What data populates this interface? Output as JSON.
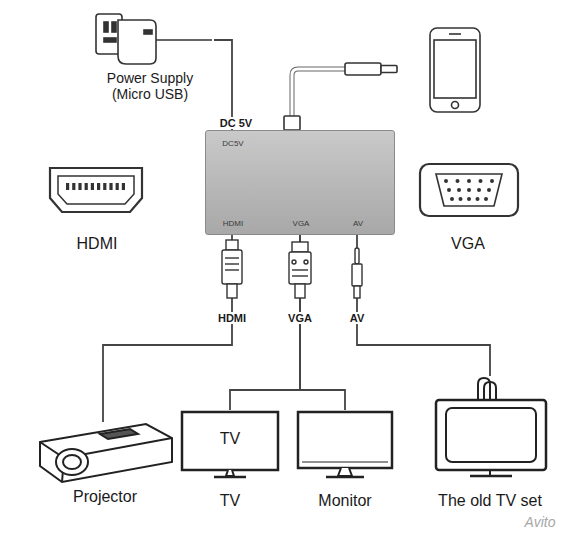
{
  "diagram": {
    "nodes": [
      {
        "text": [
          "Power Supply (Micro USB)"
        ]
      },
      {
        "text": [
          "DC5V",
          "HDMI",
          "VGA",
          "AV"
        ]
      },
      {
        "text": [
          "Projector"
        ]
      },
      {
        "text": [
          "TV",
          "TV"
        ]
      },
      {
        "text": [
          "Monitor"
        ]
      },
      {
        "text": [
          "The old TV set"
        ]
      }
    ],
    "edges": [
      {
        "from": 0,
        "to": 1,
        "label": "DC 5V",
        "arrow": "none"
      },
      {
        "from": 1,
        "to": 2,
        "label": "HDMI",
        "arrow": "none"
      },
      {
        "from": 1,
        "to": 3,
        "label": "VGA",
        "arrow": "none"
      },
      {
        "from": 1,
        "to": 4,
        "arrow": "none"
      },
      {
        "from": 1,
        "to": 5,
        "label": "AV",
        "arrow": "none"
      }
    ],
    "labels": [
      "HDMI",
      "VGA",
      "Avito"
    ]
  }
}
